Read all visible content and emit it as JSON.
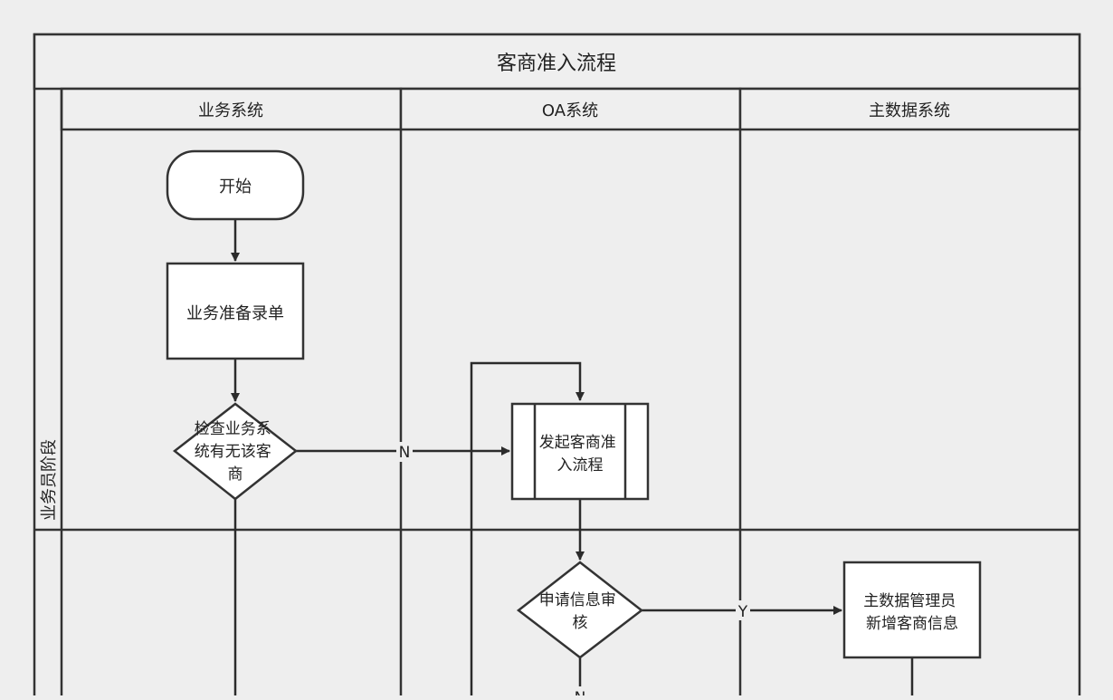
{
  "diagram": {
    "title": "客商准入流程",
    "columns": [
      "业务系统",
      "OA系统",
      "主数据系统"
    ],
    "lanes": [
      "业务员阶段"
    ],
    "nodes": {
      "start": [
        "开始"
      ],
      "prepare": [
        "业务准备录单"
      ],
      "check": [
        "检查业务系",
        "统有无该客",
        "商"
      ],
      "launch": [
        "发起客商准",
        "入流程"
      ],
      "review": [
        "申请信息审",
        "核"
      ],
      "add": [
        "主数据管理员",
        "新增客商信息"
      ]
    },
    "edge_labels": {
      "check_to_launch": "N",
      "review_to_add": "Y",
      "review_down": "N"
    }
  }
}
